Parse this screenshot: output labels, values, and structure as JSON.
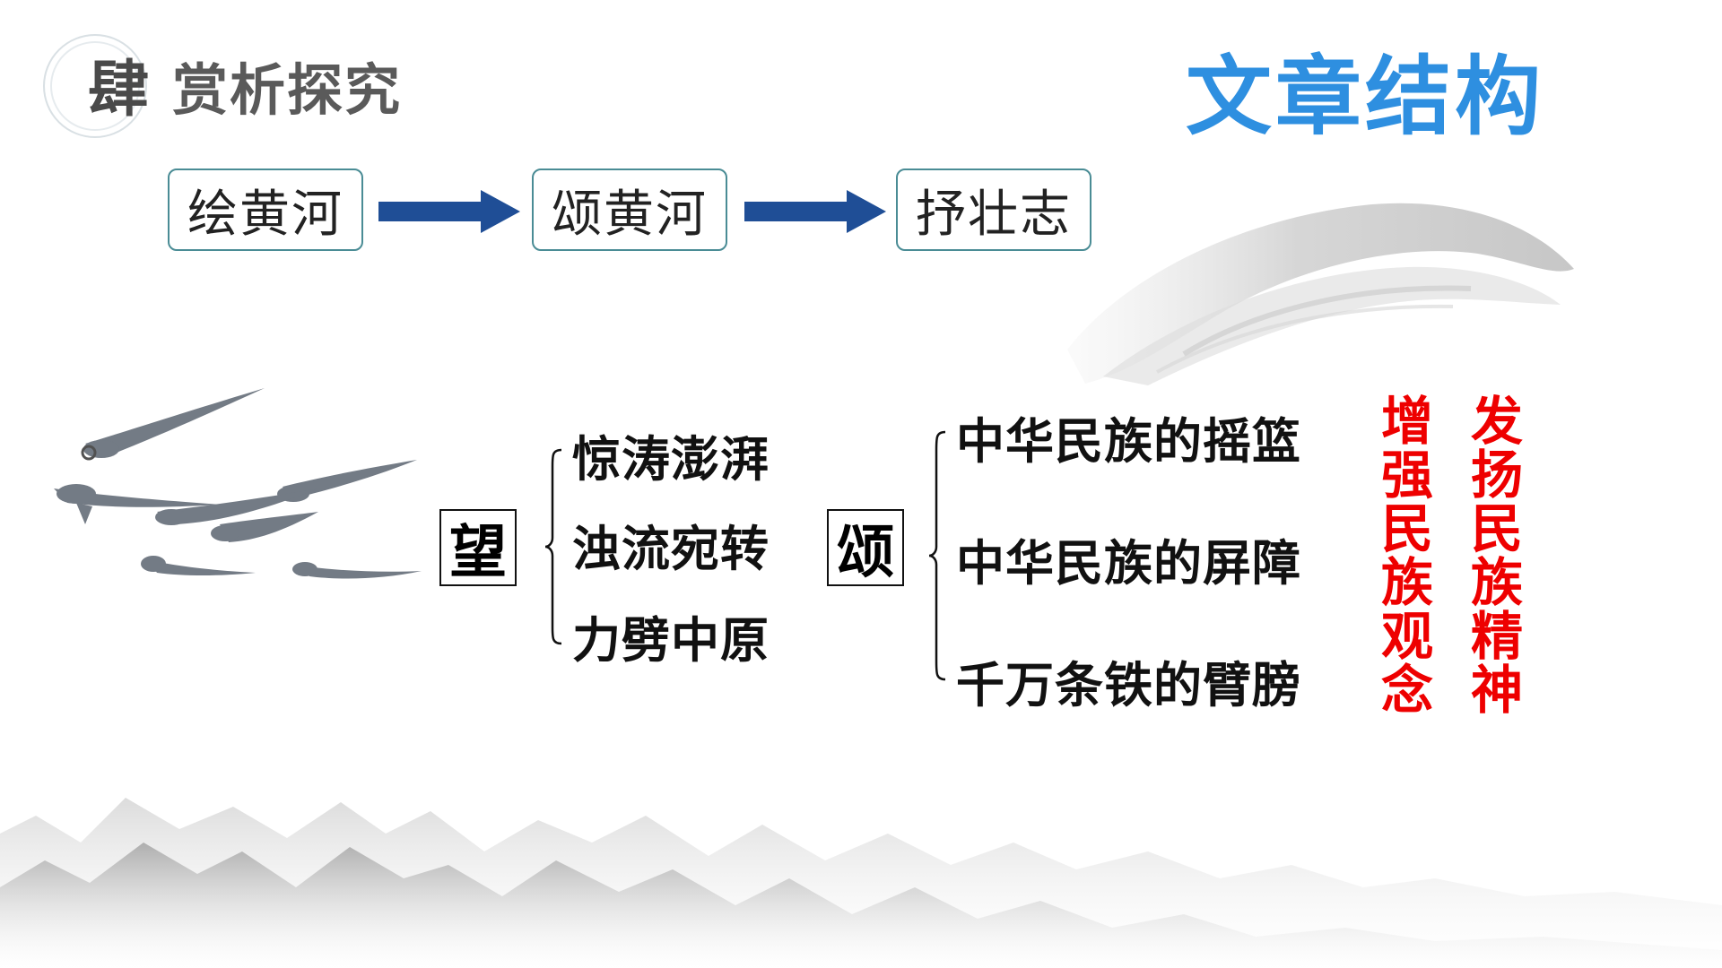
{
  "header": {
    "seal_char": "肆",
    "section_title": "赏析探究",
    "page_title": "文章结构"
  },
  "flow": [
    {
      "label": "绘黄河"
    },
    {
      "label": "颂黄河"
    },
    {
      "label": "抒壮志"
    }
  ],
  "structure": {
    "wang": {
      "key": "望",
      "items": [
        "惊涛澎湃",
        "浊流宛转",
        "力劈中原"
      ]
    },
    "song": {
      "key": "颂",
      "items": [
        "中华民族的摇篮",
        "中华民族的屏障",
        "千万条铁的臂膀"
      ]
    }
  },
  "themes": {
    "right": "发扬民族精神",
    "left": "增强民族观念"
  },
  "colors": {
    "title_blue": "#2e8fe0",
    "theme_red": "#ee0000",
    "arrow_blue": "#1f4e96",
    "box_border": "#4a8c95"
  },
  "icons": [
    "flow-arrow-icon",
    "fish-ink-painting",
    "ink-wash-stroke",
    "ink-mountains",
    "bracket-icon"
  ]
}
